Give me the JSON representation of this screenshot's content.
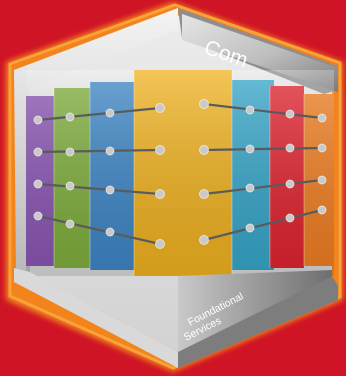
{
  "colors": {
    "background": "#cf1426",
    "frame_glow": "#f58a1f",
    "frame_inner": "#9a9a9a",
    "frame_light": "#d8d8d8",
    "columns_left": [
      "#8a55b3",
      "#7fae3c",
      "#3d86c6"
    ],
    "column_center": "#f0b21f",
    "columns_right": [
      "#36a6c9",
      "#e0232f",
      "#f07e22"
    ],
    "rods": "#5b5b5b",
    "nodes": "#c9c9c9"
  },
  "labels": {
    "top": "Com",
    "bottom_line1": "Foundational",
    "bottom_line2": "Services"
  },
  "icons": {
    "container": "hexagonal-cube-icon"
  }
}
